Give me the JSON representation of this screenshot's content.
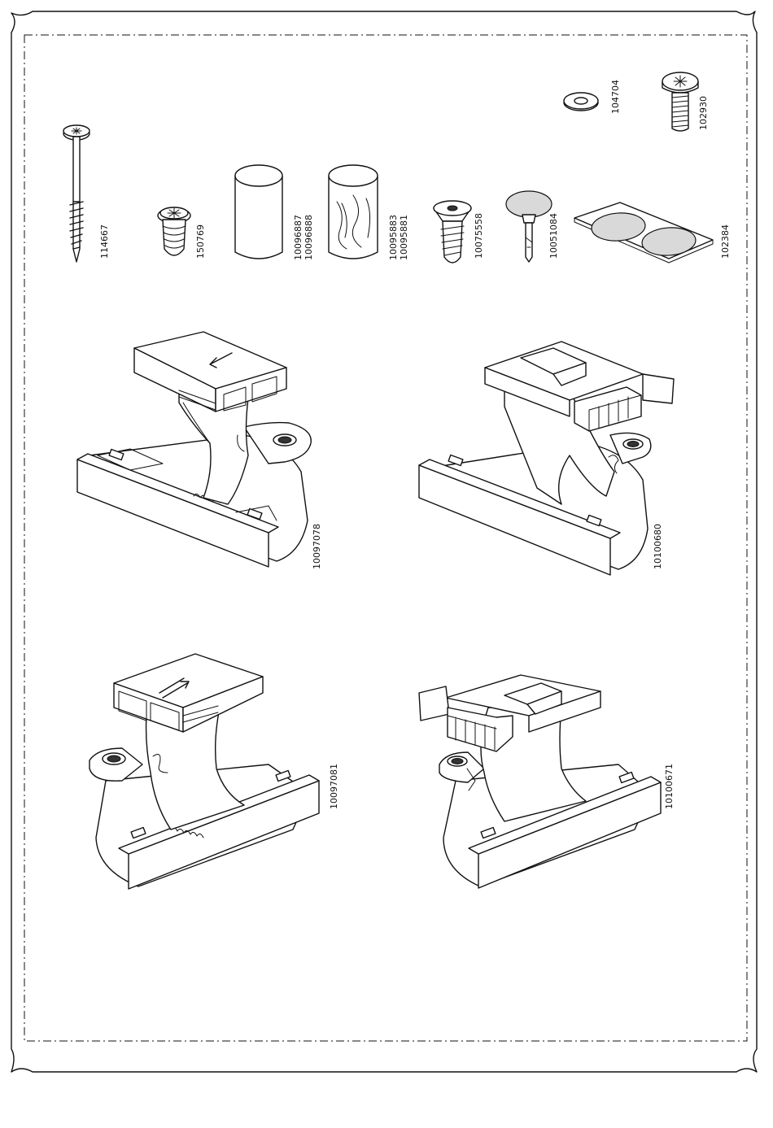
{
  "parts": [
    {
      "id": "screw-long",
      "number": "114667"
    },
    {
      "id": "cam-dowel",
      "number": "150769"
    },
    {
      "id": "sleeve-plain",
      "numbers": [
        "10096887",
        "10096888"
      ]
    },
    {
      "id": "sleeve-patterned",
      "numbers": [
        "10095883",
        "10095881"
      ]
    },
    {
      "id": "insert-screw",
      "number": "10075558"
    },
    {
      "id": "pin-cap",
      "number": "10051084"
    },
    {
      "id": "pad-sheet",
      "number": "102384"
    },
    {
      "id": "washer",
      "number": "104704"
    },
    {
      "id": "bolt-short",
      "number": "102930"
    }
  ],
  "brackets": [
    {
      "id": "bracket-top-left",
      "number": "10097078"
    },
    {
      "id": "bracket-top-right",
      "number": "10100680"
    },
    {
      "id": "bracket-bottom-left",
      "number": "10097081"
    },
    {
      "id": "bracket-bottom-right",
      "number": "10100671"
    }
  ]
}
